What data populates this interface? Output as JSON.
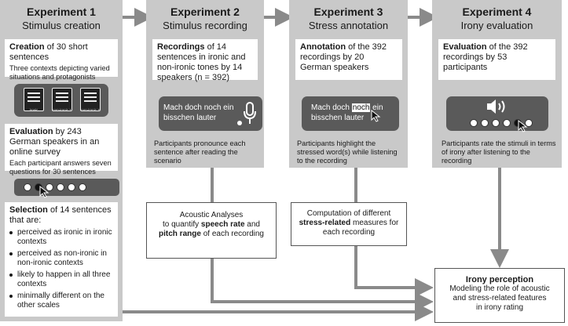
{
  "exp1": {
    "title": "Experiment 1",
    "subtitle": "Stimulus creation",
    "creation_bold": "Creation",
    "creation_rest": " of 30 short sentences",
    "creation_desc": "Three contexts depicting varied situations and protagonists",
    "doc_labels": [
      "ironic",
      "non-ironic 1",
      "non-ironic 2"
    ],
    "evaluation_bold": "Evaluation",
    "evaluation_rest": " by 243 German speakers in an online survey",
    "evaluation_desc": "Each participant answers seven questions for 30 sentences",
    "selection_bold": "Selection",
    "selection_rest": " of 14 sentences that are:",
    "selection_items": [
      "perceived as ironic in ironic contexts",
      "perceived as non-ironic in non-ironic contexts",
      "likely to happen in all three contexts",
      "minimally different on the other scales"
    ]
  },
  "exp2": {
    "title": "Experiment 2",
    "subtitle": "Stimulus recording",
    "rec_bold": "Recordings",
    "rec_rest": " of 14 sentences in ironic and non-ironic tones by 14 speakers (n = 392)",
    "speech_line1": "Mach doch noch ein",
    "speech_line2": "bisschen lauter",
    "note": "Participants pronounce each sentence after reading the scenario"
  },
  "exp3": {
    "title": "Experiment 3",
    "subtitle": "Stress annotation",
    "ann_bold": "Annotation",
    "ann_rest": " of the 392 recordings by 20 German speakers",
    "speech_pre": "Mach doch ",
    "speech_highlight": "noch",
    "speech_post": " ein",
    "speech_line2": "bisschen lauter",
    "note": "Participants highlight the stressed word(s) while listening to the recording"
  },
  "exp4": {
    "title": "Experiment 4",
    "subtitle": "Irony evaluation",
    "eval_bold": "Evaluation",
    "eval_rest": " of the 392 recordings by 53 participants",
    "note": "Participants rate the stimuli in terms of irony after listening to the recording"
  },
  "acoustic": {
    "line1": "Acoustic Analyses",
    "line2_pre": "to quantify ",
    "line2_bold": "speech rate",
    "line2_post": " and",
    "line3_bold": "pitch range",
    "line3_post": " of each recording"
  },
  "stress": {
    "line1": "Computation of different",
    "line2_bold": "stress-related",
    "line2_post": " measures for",
    "line3": "each recording"
  },
  "irony": {
    "title": "Irony perception",
    "line1": "Modeling the role of acoustic",
    "line2": "and stress-related features",
    "line3": "in irony rating"
  },
  "colors": {
    "panel": "#c9c9c9",
    "arrow": "#8a8a8a",
    "dark": "#5a5a5a"
  }
}
